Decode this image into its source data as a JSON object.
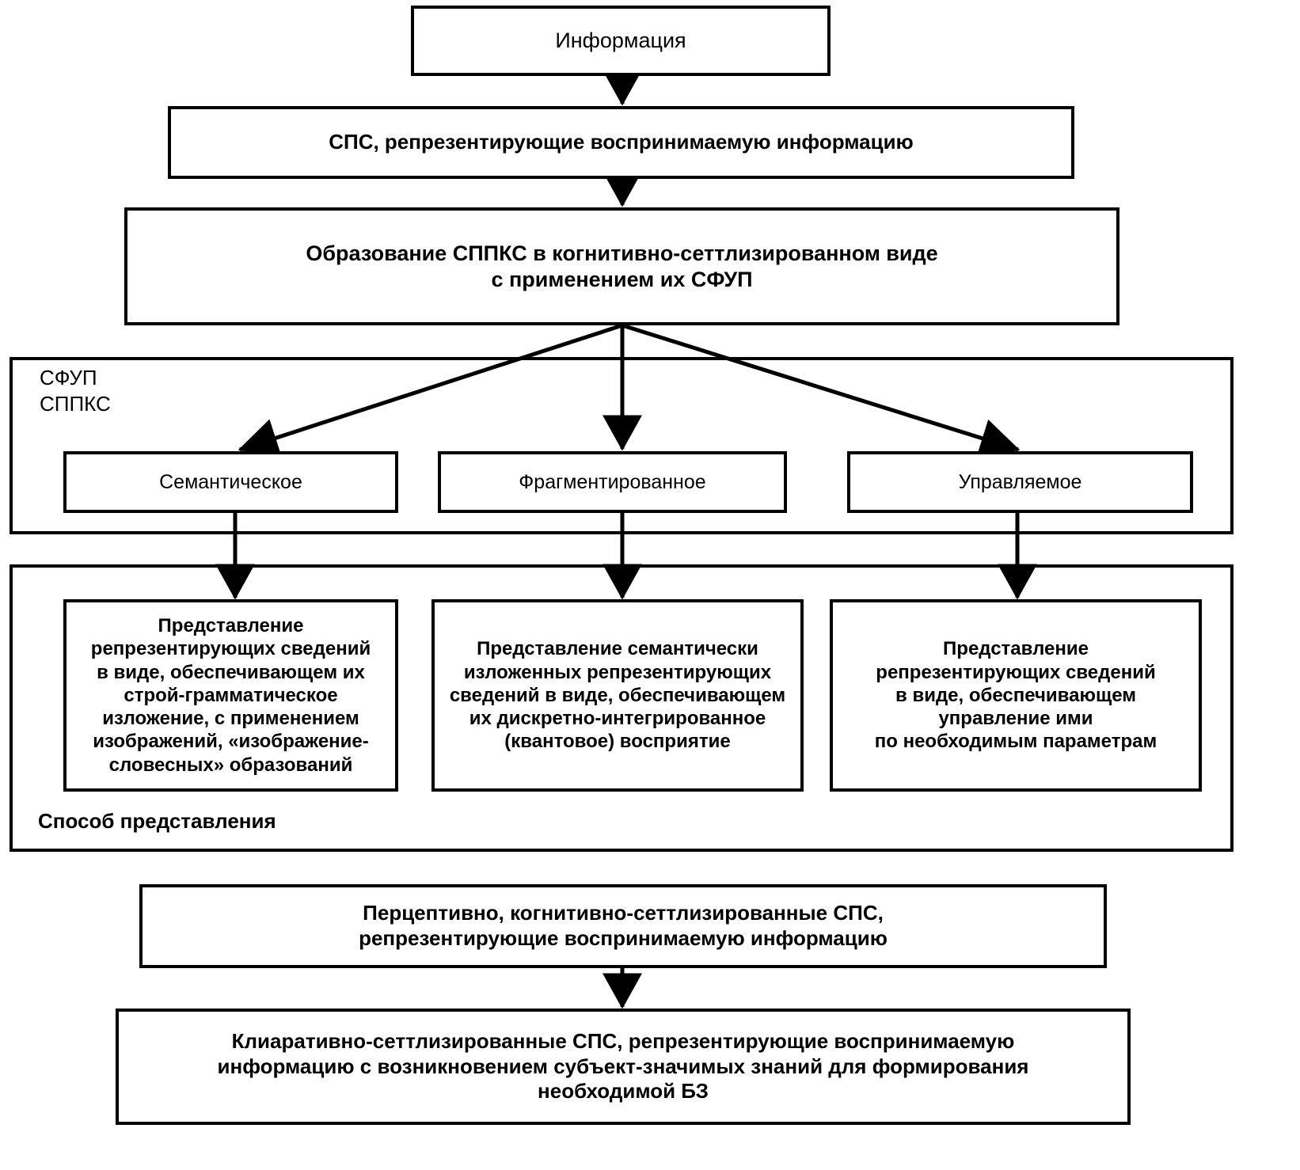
{
  "diagram": {
    "title_node": {
      "label": "Информация"
    },
    "nodes": [
      {
        "id": "information",
        "label": "Информация"
      },
      {
        "id": "sps-repr",
        "label": "СПС, репрезентирующие воспринимаемую информацию"
      },
      {
        "id": "sppks-form",
        "label": "Образование СППКС в когнитивно-сеттлизированном виде\nс применением их СФУП"
      },
      {
        "id": "semantic",
        "label": "Семантическое"
      },
      {
        "id": "fragmented",
        "label": "Фрагментированное"
      },
      {
        "id": "controlled",
        "label": "Управляемое"
      },
      {
        "id": "detail-left",
        "label": "Представление\nрепрезентирующих сведений\nв виде, обеспечивающем их\nстрой-грамматическое\nизложение, с применением\nизображений, «изображение-\nсловесных» образований"
      },
      {
        "id": "detail-mid",
        "label": "Представление семантически\nизложенных репрезентирующих\nсведений в виде, обеспечивающем\nих дискретно-интегрированное\n(квантовое) восприятие"
      },
      {
        "id": "detail-right",
        "label": "Представление\nрепрезентирующих сведений\nв виде, обеспечивающем\nуправление ими\nпо необходимым параметрам"
      },
      {
        "id": "perceptive",
        "label": "Перцептивно, когнитивно-сеттлизированные СПС,\nрепрезентирующие воспринимаемую информацию"
      },
      {
        "id": "kliarative",
        "label": "Клиаративно-сеттлизированные СПС, репрезентирующие воспринимаемую\nинформацию с возникновением субъект-значимых знаний для формирования\nнеобходимой БЗ"
      }
    ],
    "group_labels": [
      {
        "id": "sfup-sppks",
        "label": "СФУП\nСППКС"
      },
      {
        "id": "sposob",
        "label": "Способ представления"
      }
    ],
    "colors": {
      "stroke": "#000000",
      "fill": "#ffffff",
      "text": "#000000"
    }
  }
}
